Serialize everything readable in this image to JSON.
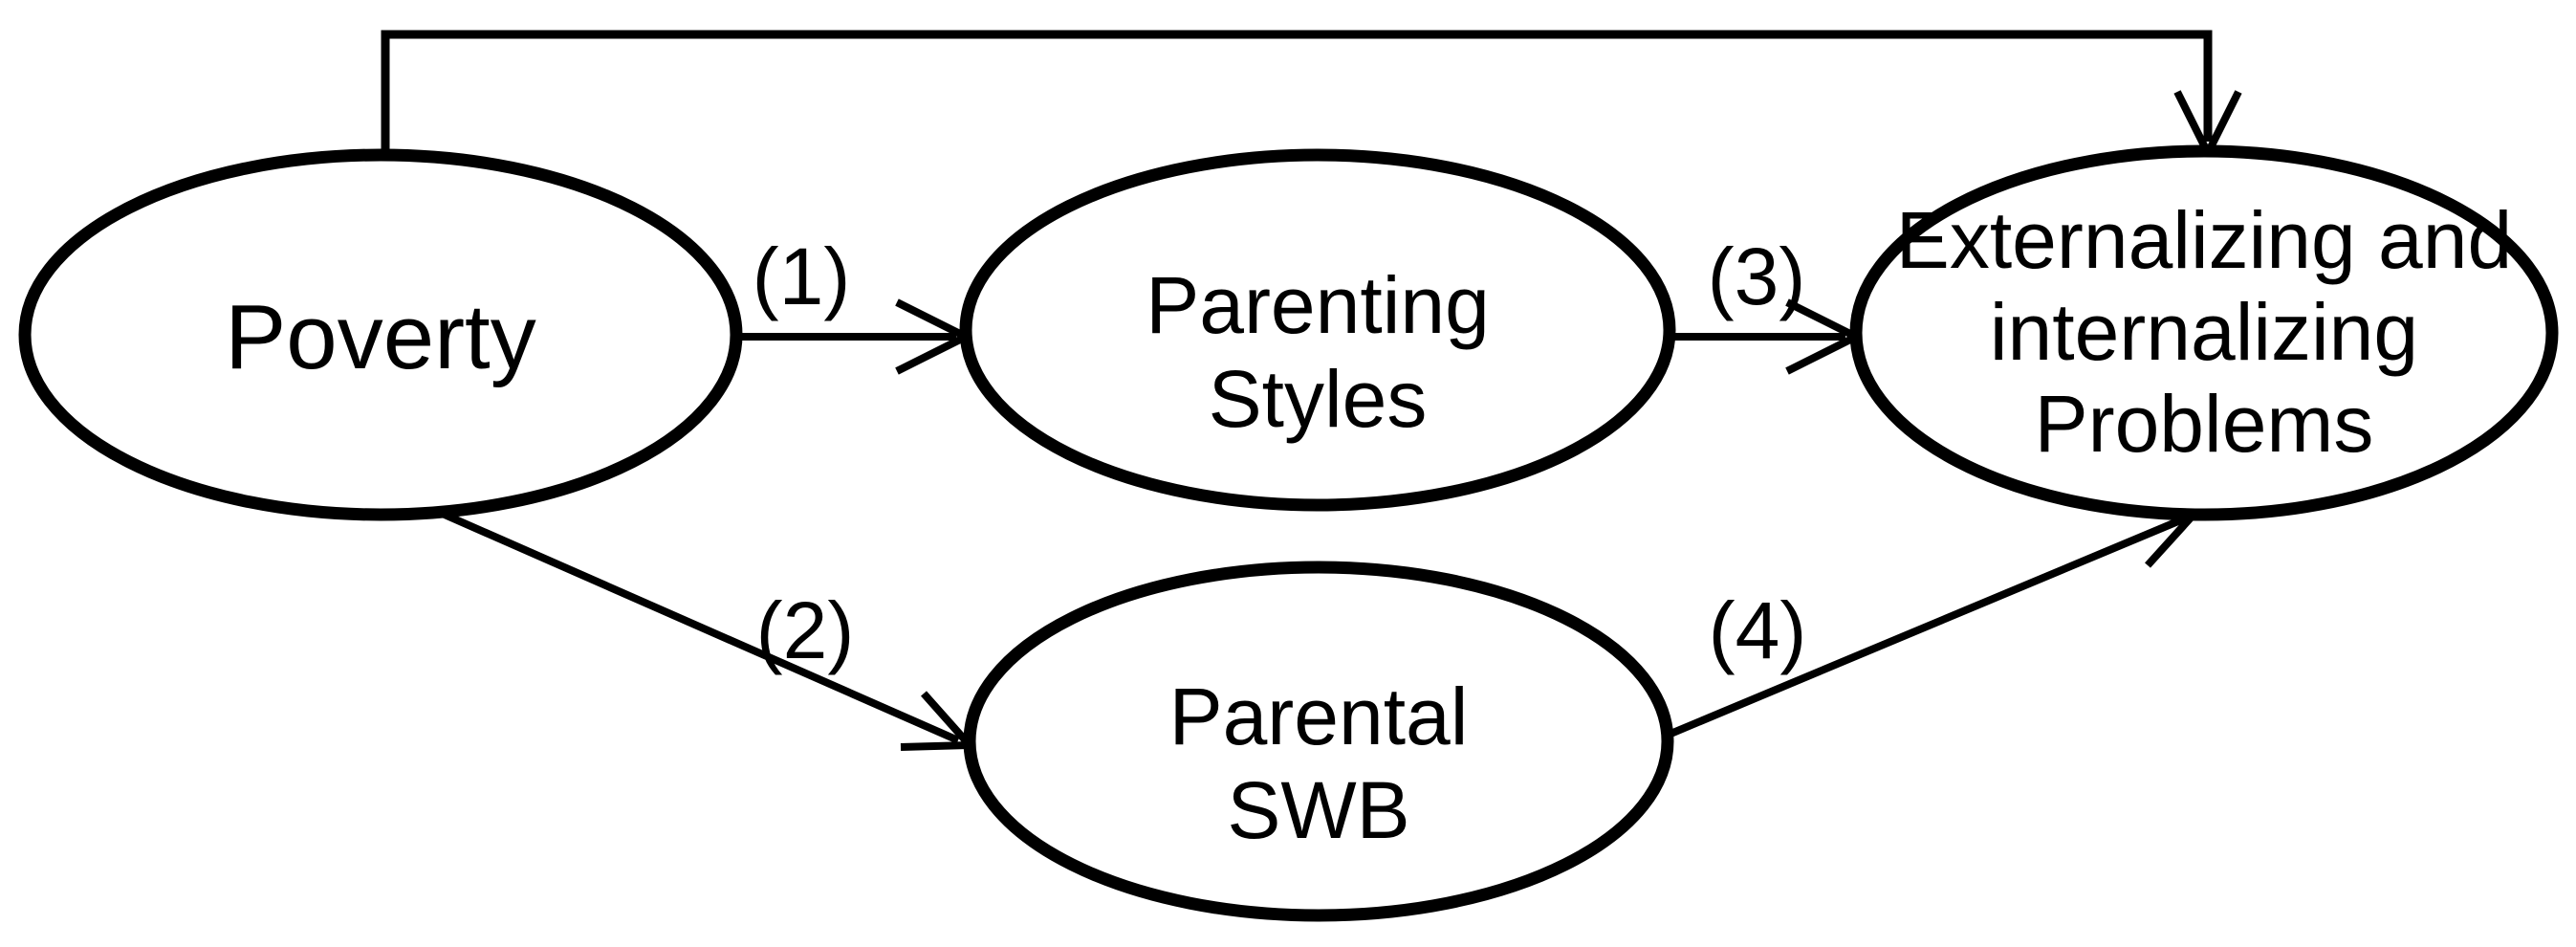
{
  "diagram": {
    "background": "#ffffff",
    "ink": "#000000",
    "nodes": {
      "poverty": {
        "label": "Poverty",
        "lines": [
          "Poverty"
        ]
      },
      "parenting_styles": {
        "label": "Parenting Styles",
        "lines": [
          "Parenting",
          "Styles"
        ]
      },
      "parental_swb": {
        "label": "Parental SWB",
        "lines": [
          "Parental",
          "SWB"
        ]
      },
      "problems": {
        "label": "Externalizing and internalizing Problems",
        "lines": [
          "Externalizing and",
          "internalizing",
          "Problems"
        ]
      }
    },
    "edge_labels": {
      "path1": "(1)",
      "path2": "(2)",
      "path3": "(3)",
      "path4": "(4)"
    }
  }
}
